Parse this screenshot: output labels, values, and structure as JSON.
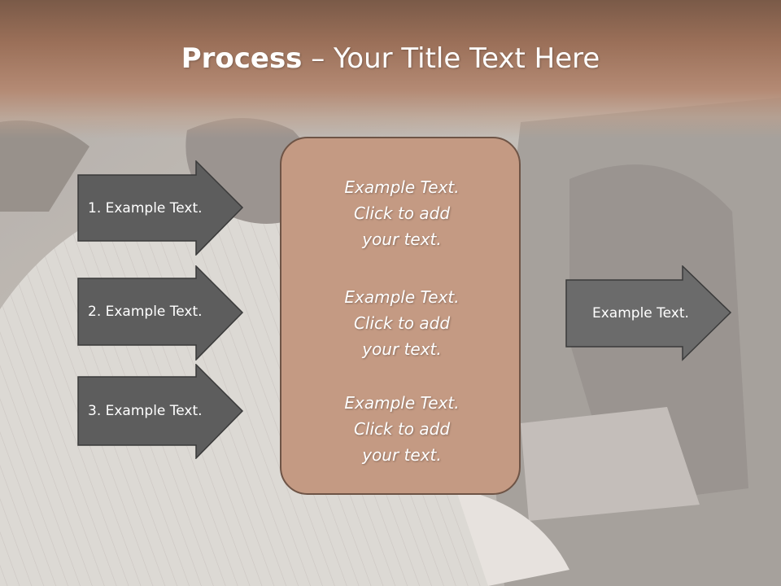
{
  "title": {
    "bold": "Process",
    "rest": " – Your Title Text Here"
  },
  "left_arrows": [
    {
      "label": "1. Example Text."
    },
    {
      "label": "2. Example Text."
    },
    {
      "label": "3. Example Text."
    }
  ],
  "center_box": {
    "items": [
      {
        "lines": [
          "Example Text.",
          "Click  to add",
          "your text."
        ]
      },
      {
        "lines": [
          "Example Text.",
          "Click  to add",
          "your text."
        ]
      },
      {
        "lines": [
          "Example Text.",
          "Click  to add",
          "your text."
        ]
      }
    ]
  },
  "right_arrow": {
    "label": "Example Text."
  },
  "colors": {
    "title_band": "#9a6f58",
    "arrow_fill_dark": "#5d5d5d",
    "arrow_fill_light": "#6b6b6b",
    "center_box": "#c49a83",
    "center_border": "#6e5446",
    "text": "#ffffff"
  }
}
